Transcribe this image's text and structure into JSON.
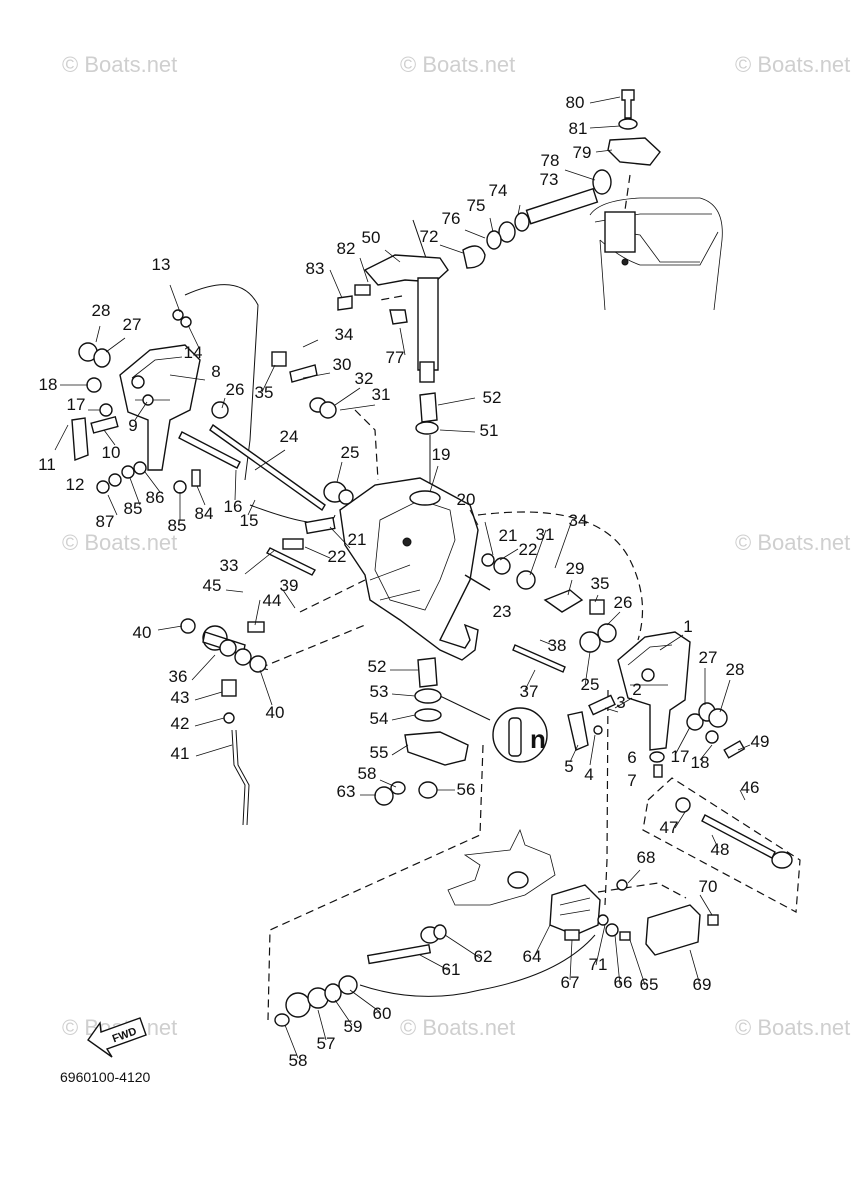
{
  "watermark": "© Boats.net",
  "drawing_code": "6960100-4120",
  "fwd_label": "FWD",
  "detail_label": "n",
  "callouts": [
    "1",
    "2",
    "3",
    "4",
    "5",
    "6",
    "7",
    "8",
    "9",
    "10",
    "11",
    "12",
    "13",
    "14",
    "15",
    "16",
    "17",
    "17",
    "18",
    "18",
    "19",
    "20",
    "21",
    "21",
    "22",
    "22",
    "23",
    "24",
    "25",
    "25",
    "26",
    "26",
    "27",
    "27",
    "28",
    "28",
    "29",
    "30",
    "31",
    "31",
    "32",
    "33",
    "34",
    "34",
    "35",
    "35",
    "36",
    "37",
    "38",
    "39",
    "40",
    "40",
    "41",
    "42",
    "43",
    "44",
    "45",
    "46",
    "47",
    "48",
    "49",
    "50",
    "51",
    "52",
    "52",
    "53",
    "54",
    "55",
    "56",
    "57",
    "58",
    "58",
    "59",
    "60",
    "61",
    "62",
    "63",
    "64",
    "65",
    "66",
    "67",
    "68",
    "69",
    "70",
    "71",
    "72",
    "73",
    "74",
    "75",
    "76",
    "77",
    "78",
    "79",
    "80",
    "81",
    "82",
    "83",
    "84",
    "85",
    "85",
    "86",
    "87"
  ]
}
